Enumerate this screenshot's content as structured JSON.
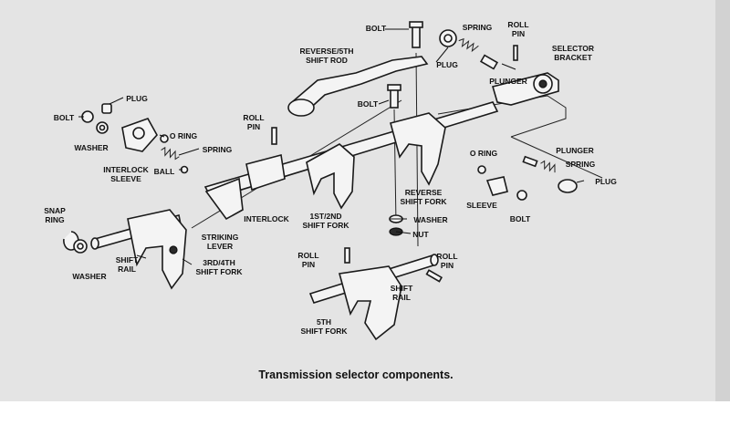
{
  "caption": "Transmission selector components.",
  "labels": {
    "bolt_top": "BOLT",
    "spring_top": "SPRING",
    "roll_pin_top_1": "ROLL",
    "roll_pin_top_2": "PIN",
    "selector_bracket_1": "SELECTOR",
    "selector_bracket_2": "BRACKET",
    "reverse_5th_rod_1": "REVERSE/5TH",
    "reverse_5th_rod_2": "SHIFT ROD",
    "plug_top": "PLUG",
    "plunger_top": "PLUNGER",
    "plug_left": "PLUG",
    "bolt_left": "BOLT",
    "washer_left": "WASHER",
    "bolt_mid": "BOLT",
    "roll_pin_mid_1": "ROLL",
    "roll_pin_mid_2": "PIN",
    "o_ring_left": "O RING",
    "spring_left": "SPRING",
    "interlock_sleeve_1": "INTERLOCK",
    "interlock_sleeve_2": "SLEEVE",
    "ball": "BALL",
    "o_ring_right": "O RING",
    "plunger_right": "PLUNGER",
    "spring_right": "SPRING",
    "plug_right": "PLUG",
    "reverse_fork_1": "REVERSE",
    "reverse_fork_2": "SHIFT FORK",
    "sleeve_right": "SLEEVE",
    "bolt_right": "BOLT",
    "snap_ring_1": "SNAP",
    "snap_ring_2": "RING",
    "interlock": "INTERLOCK",
    "shift_fork_12_1": "1ST/2ND",
    "shift_fork_12_2": "SHIFT FORK",
    "washer_mid": "WASHER",
    "nut": "NUT",
    "striking_lever_1": "STRIKING",
    "striking_lever_2": "LEVER",
    "washer_bottom": "WASHER",
    "shift_rail_left_1": "SHIFT",
    "shift_rail_left_2": "RAIL",
    "shift_fork_34_1": "3RD/4TH",
    "shift_fork_34_2": "SHIFT FORK",
    "roll_pin_low_1": "ROLL",
    "roll_pin_low_2": "PIN",
    "roll_pin_low_right_1": "ROLL",
    "roll_pin_low_right_2": "PIN",
    "shift_rail_right_1": "SHIFT",
    "shift_rail_right_2": "RAIL",
    "shift_fork_5th_1": "5TH",
    "shift_fork_5th_2": "SHIFT FORK"
  }
}
